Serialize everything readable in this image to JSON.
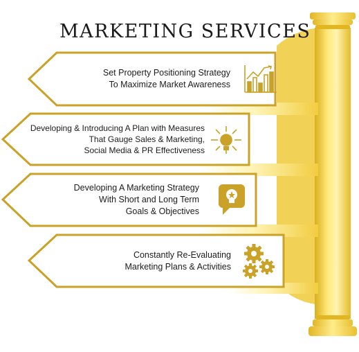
{
  "title": "MARKETING SERVICES",
  "colors": {
    "gold": "#c9a227",
    "gold_dark": "#b8901a",
    "pillar_light": "#fff1a6",
    "pillar_mid": "#f3cf45",
    "pillar_dark": "#d9ae1c",
    "text": "#1b1b1b"
  },
  "items": [
    {
      "lines": [
        "Set Property Positioning Strategy",
        "To Maximize Market Awareness"
      ],
      "icon": "bar-chart-icon"
    },
    {
      "lines": [
        "Developing & Introducing A Plan with Measures",
        "That Gauge Sales & Marketing,",
        "Social Media & PR Effectiveness"
      ],
      "icon": "lightbulb-arrows-icon"
    },
    {
      "lines": [
        "Developing A Marketing Strategy",
        "With Short and Long Term",
        "Goals & Objectives"
      ],
      "icon": "idea-chat-icon"
    },
    {
      "lines": [
        "Constantly Re-Evaluating",
        "Marketing Plans & Activities"
      ],
      "icon": "gears-icon"
    }
  ]
}
